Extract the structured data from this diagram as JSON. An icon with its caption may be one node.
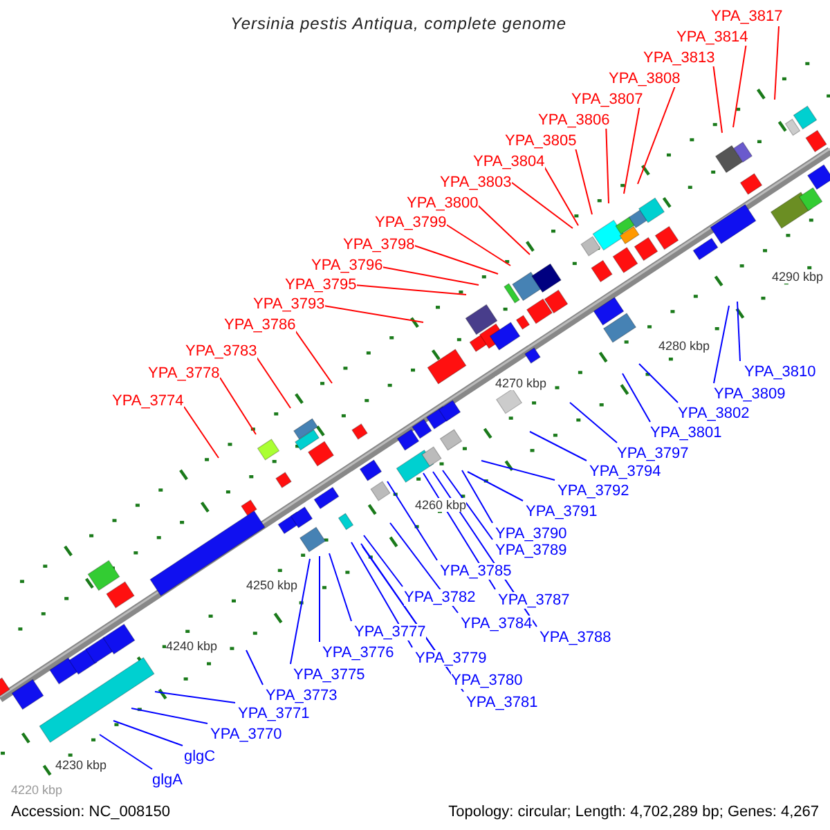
{
  "diagram": {
    "title": "Yersinia pestis Antiqua, complete genome",
    "nodes": [
      {
        "text": [
          "YPA_3817"
        ]
      },
      {
        "text": [
          "YPA_3814"
        ]
      },
      {
        "text": [
          "YPA_3813"
        ]
      },
      {
        "text": [
          "YPA_3808"
        ]
      },
      {
        "text": [
          "YPA_3807"
        ]
      },
      {
        "text": [
          "YPA_3806"
        ]
      },
      {
        "text": [
          "YPA_3805"
        ]
      },
      {
        "text": [
          "YPA_3804"
        ]
      },
      {
        "text": [
          "YPA_3803"
        ]
      },
      {
        "text": [
          "YPA_3800"
        ]
      },
      {
        "text": [
          "YPA_3799"
        ]
      },
      {
        "text": [
          "YPA_3798"
        ]
      },
      {
        "text": [
          "YPA_3796"
        ]
      },
      {
        "text": [
          "YPA_3795"
        ]
      },
      {
        "text": [
          "YPA_3793"
        ]
      },
      {
        "text": [
          "YPA_3786"
        ]
      },
      {
        "text": [
          "YPA_3783"
        ]
      },
      {
        "text": [
          "YPA_3778"
        ]
      },
      {
        "text": [
          "YPA_3774"
        ]
      },
      {
        "text": [
          "YPA_3810"
        ]
      },
      {
        "text": [
          "YPA_3809"
        ]
      },
      {
        "text": [
          "YPA_3802"
        ]
      },
      {
        "text": [
          "YPA_3801"
        ]
      },
      {
        "text": [
          "YPA_3797"
        ]
      },
      {
        "text": [
          "YPA_3794"
        ]
      },
      {
        "text": [
          "YPA_3792"
        ]
      },
      {
        "text": [
          "YPA_3791"
        ]
      },
      {
        "text": [
          "YPA_3790"
        ]
      },
      {
        "text": [
          "YPA_3789"
        ]
      },
      {
        "text": [
          "YPA_3785"
        ]
      },
      {
        "text": [
          "YPA_3782"
        ]
      },
      {
        "text": [
          "YPA_3787"
        ]
      },
      {
        "text": [
          "YPA_3784"
        ]
      },
      {
        "text": [
          "YPA_3788"
        ]
      },
      {
        "text": [
          "YPA_3777"
        ]
      },
      {
        "text": [
          "YPA_3776"
        ]
      },
      {
        "text": [
          "YPA_3779"
        ]
      },
      {
        "text": [
          "YPA_3775"
        ]
      },
      {
        "text": [
          "YPA_3780"
        ]
      },
      {
        "text": [
          "YPA_3781"
        ]
      },
      {
        "text": [
          "YPA_3773"
        ]
      },
      {
        "text": [
          "YPA_3771"
        ]
      },
      {
        "text": [
          "YPA_3770"
        ]
      },
      {
        "text": [
          "glgC"
        ]
      },
      {
        "text": [
          "glgA"
        ]
      }
    ],
    "edges": [
      {
        "from": 0,
        "to": null,
        "arrow": "none",
        "color": "#ff0000"
      },
      {
        "from": 1,
        "to": null,
        "arrow": "none",
        "color": "#ff0000"
      },
      {
        "from": 2,
        "to": null,
        "arrow": "none",
        "color": "#ff0000"
      },
      {
        "from": 3,
        "to": null,
        "arrow": "none",
        "color": "#ff0000"
      },
      {
        "from": 4,
        "to": null,
        "arrow": "none",
        "color": "#ff0000"
      },
      {
        "from": 5,
        "to": null,
        "arrow": "none",
        "color": "#ff0000"
      },
      {
        "from": 6,
        "to": null,
        "arrow": "none",
        "color": "#ff0000"
      },
      {
        "from": 7,
        "to": null,
        "arrow": "none",
        "color": "#ff0000"
      },
      {
        "from": 8,
        "to": null,
        "arrow": "none",
        "color": "#ff0000"
      },
      {
        "from": 9,
        "to": null,
        "arrow": "none",
        "color": "#ff0000"
      },
      {
        "from": 10,
        "to": null,
        "arrow": "none",
        "color": "#ff0000"
      },
      {
        "from": 11,
        "to": null,
        "arrow": "none",
        "color": "#ff0000"
      },
      {
        "from": 12,
        "to": null,
        "arrow": "none",
        "color": "#ff0000"
      },
      {
        "from": 13,
        "to": null,
        "arrow": "none",
        "color": "#ff0000"
      },
      {
        "from": 14,
        "to": null,
        "arrow": "none",
        "color": "#ff0000"
      },
      {
        "from": 15,
        "to": null,
        "arrow": "none",
        "color": "#ff0000"
      },
      {
        "from": 16,
        "to": null,
        "arrow": "none",
        "color": "#ff0000"
      },
      {
        "from": 17,
        "to": null,
        "arrow": "none",
        "color": "#ff0000"
      },
      {
        "from": 18,
        "to": null,
        "arrow": "none",
        "color": "#ff0000"
      },
      {
        "from": 19,
        "to": null,
        "arrow": "none"
      },
      {
        "from": 20,
        "to": null,
        "arrow": "none"
      },
      {
        "from": 21,
        "to": null,
        "arrow": "none"
      },
      {
        "from": 22,
        "to": null,
        "arrow": "none"
      },
      {
        "from": 23,
        "to": null,
        "arrow": "none"
      },
      {
        "from": 24,
        "to": null,
        "arrow": "none"
      },
      {
        "from": 25,
        "to": null,
        "arrow": "none"
      },
      {
        "from": 26,
        "to": null,
        "arrow": "none"
      },
      {
        "from": 27,
        "to": null,
        "arrow": "none"
      },
      {
        "from": 28,
        "to": null,
        "arrow": "none"
      },
      {
        "from": 29,
        "to": null,
        "arrow": "none"
      },
      {
        "from": 30,
        "to": null,
        "arrow": "none"
      },
      {
        "from": 31,
        "to": null,
        "arrow": "none"
      },
      {
        "from": 32,
        "to": null,
        "arrow": "none"
      },
      {
        "from": 33,
        "to": null,
        "arrow": "none"
      },
      {
        "from": 34,
        "to": null,
        "arrow": "none"
      },
      {
        "from": 35,
        "to": null,
        "arrow": "none"
      },
      {
        "from": 36,
        "to": null,
        "arrow": "none"
      },
      {
        "from": 37,
        "to": null,
        "arrow": "none"
      },
      {
        "from": 38,
        "to": null,
        "arrow": "none"
      },
      {
        "from": 39,
        "to": null,
        "arrow": "none"
      },
      {
        "from": 40,
        "to": null,
        "arrow": "none"
      },
      {
        "from": 41,
        "to": null,
        "arrow": "none"
      },
      {
        "from": 42,
        "to": null,
        "arrow": "none"
      },
      {
        "from": 43,
        "to": null,
        "arrow": "none"
      },
      {
        "from": 44,
        "to": null,
        "arrow": "none"
      }
    ],
    "labels": [
      "4290 kbp",
      "4280 kbp",
      "4270 kbp",
      "4260 kbp",
      "4250 kbp",
      "4240 kbp",
      "4230 kbp",
      "4220 kbp",
      "Accession: NC_008150",
      "Topology: circular; Length: 4,702,289 bp; Genes: 4,267"
    ]
  }
}
